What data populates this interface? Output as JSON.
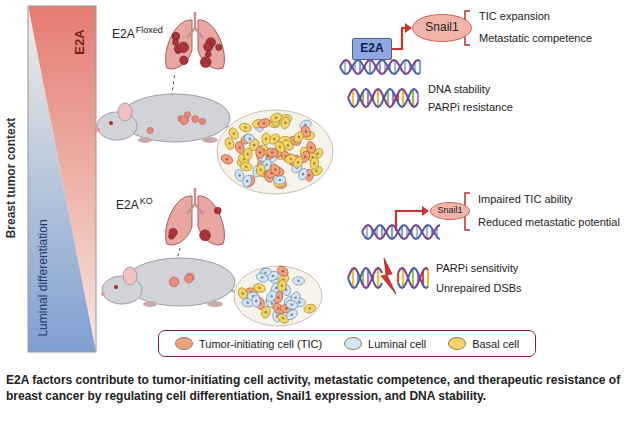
{
  "diagram": {
    "caption": "E2A factors contribute to tumor-initiating cell activity, metastatic competence, and therapeutic resistance of breast cancer by regulating cell differentiation, Snail1 expression, and DNA stability.",
    "nodes": [
      {
        "text": [
          "E2A"
        ]
      },
      {
        "text": [
          "Snail1"
        ]
      },
      {
        "text": [
          "Snail1"
        ]
      }
    ],
    "edges": [
      {
        "from": 0,
        "to": 1,
        "arrow": "to"
      }
    ],
    "labels": [
      "E2A",
      "Luminal differentiation",
      "Breast tumor context",
      "E2A",
      "Floxed",
      "TIC expansion",
      "Metastatic competence",
      "DNA stability",
      "PARPi resistance",
      "E2A",
      "KO",
      "Impaired TIC ability",
      "Reduced metastatic potential",
      "PARPi sensitivity",
      "Unrepaired DSBs"
    ],
    "legend": [
      {
        "text": "Tumor-initiating cell (TIC)",
        "color": "#f0a27f"
      },
      {
        "text": "Luminal cell",
        "color": "#d4e5f2"
      },
      {
        "text": "Basal cell",
        "color": "#f3d46a"
      }
    ]
  }
}
